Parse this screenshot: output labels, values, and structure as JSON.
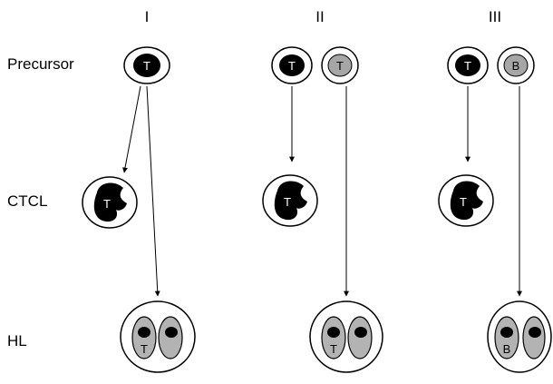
{
  "columns": [
    "I",
    "II",
    "III"
  ],
  "rows": [
    "Precursor",
    "CTCL",
    "HL"
  ],
  "cell_letters": {
    "col1_precursor": "T",
    "col1_ctcl": "T",
    "col1_hl": "T",
    "col2_precursor_a": "T",
    "col2_precursor_b": "T",
    "col2_ctcl": "T",
    "col2_hl": "T",
    "col3_precursor_a": "T",
    "col3_precursor_b": "B",
    "col3_ctcl": "T",
    "col3_hl": "B"
  },
  "colors": {
    "dark_nucleus": "#000000",
    "light_nucleus": "#a6a6a6",
    "reed_sternberg_fill": "#b3b3b3",
    "outline": "#000000"
  }
}
